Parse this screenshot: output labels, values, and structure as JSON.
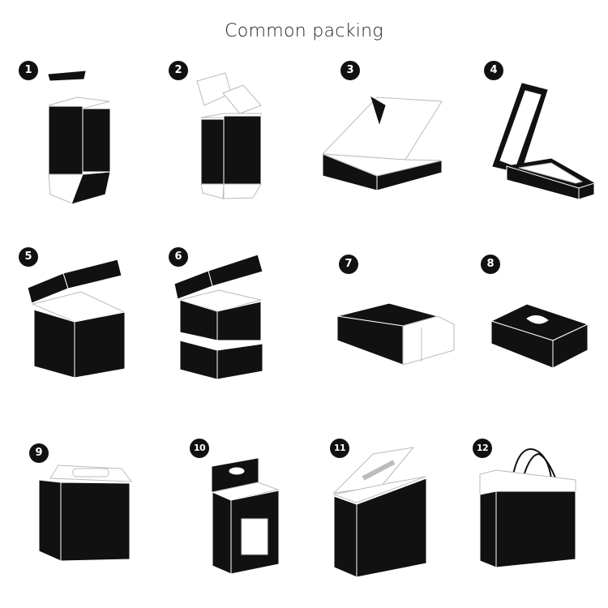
{
  "title": "Common packing",
  "badges": [
    "1",
    "2",
    "3",
    "4",
    "5",
    "6",
    "7",
    "8",
    "9",
    "10",
    "11",
    "12"
  ],
  "colors": {
    "ink": "#111111",
    "line": "#bbbbbb",
    "paper": "#ffffff"
  }
}
